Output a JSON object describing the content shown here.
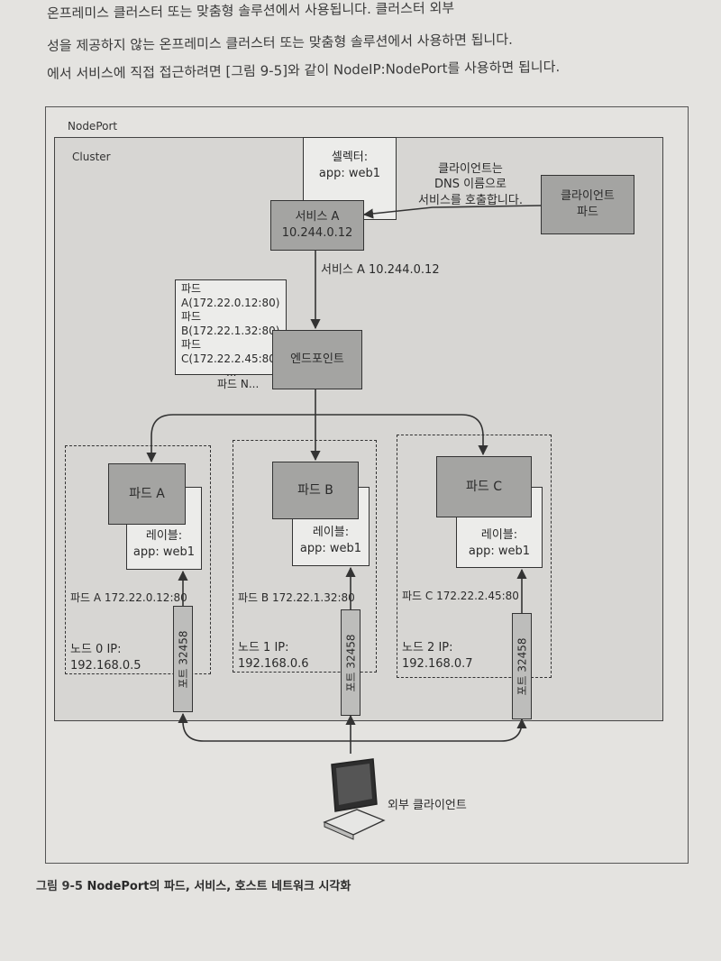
{
  "page_text": {
    "line1": "온프레미스 클러스터 또는 맞춤형 솔루션에서 사용됩니다. 클러스터 외부",
    "line2": "성을 제공하지 않는 온프레미스 클러스터 또는 맞춤형 솔루션에서 사용하면 됩니다.",
    "line3": "에서 서비스에 직접 접근하려면 [그림 9-5]와 같이 NodeIP:NodePort를 사용하면 됩니다."
  },
  "diagram": {
    "nodeport_label": "NodePort",
    "cluster_label": "Cluster",
    "selector": {
      "line1": "셀렉터:",
      "line2": "app: web1"
    },
    "service": {
      "line1": "서비스 A",
      "line2": "10.244.0.12"
    },
    "client_note": {
      "line1": "클라이언트는",
      "line2": "DNS 이름으로",
      "line3": "서비스를 호출합니다."
    },
    "client_pod": {
      "line1": "클라이언트",
      "line2": "파드"
    },
    "service_arrow_label": "서비스 A 10.244.0.12",
    "pod_list": [
      "파드 A(172.22.0.12:80)",
      "파드 B(172.22.1.32:80)",
      "파드 C(172.22.2.45:80)",
      "...",
      "파드 N..."
    ],
    "endpoint": "엔드포인트",
    "nodes": [
      {
        "pod": "파드 A",
        "label_line1": "레이블:",
        "label_line2": "app: web1",
        "pod_addr": "파드 A 172.22.0.12:80",
        "node_line1": "노드 0 IP:",
        "node_line2": "192.168.0.5",
        "port": "포트 32458"
      },
      {
        "pod": "파드 B",
        "label_line1": "레이블:",
        "label_line2": "app: web1",
        "pod_addr": "파드 B 172.22.1.32:80",
        "node_line1": "노드 1 IP:",
        "node_line2": "192.168.0.6",
        "port": "포트 32458"
      },
      {
        "pod": "파드 C",
        "label_line1": "레이블:",
        "label_line2": "app: web1",
        "pod_addr": "파드 C 172.22.2.45:80",
        "node_line1": "노드 2 IP:",
        "node_line2": "192.168.0.7",
        "port": "포트 32458"
      }
    ],
    "external_client": "외부 클라이언트"
  },
  "caption": {
    "number": "그림 9-5",
    "text": "NodePort의 파드, 서비스, 호스트 네트워크 시각화"
  },
  "colors": {
    "page": "#e4e3e0",
    "box_gray": "#a4a4a2",
    "box_white": "#ececea",
    "cluster_bg": "#d7d6d3",
    "line": "#333333"
  },
  "icons": {
    "external_client": "computer-monitor-icon"
  }
}
